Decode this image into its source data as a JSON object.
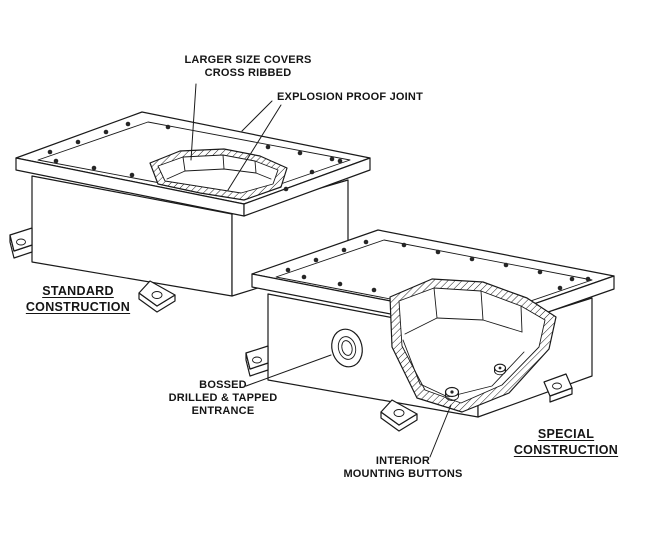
{
  "colors": {
    "line": "#1a1a1a",
    "background": "#ffffff"
  },
  "callouts": {
    "covers": {
      "line1": "LARGER SIZE COVERS",
      "line2": "CROSS RIBBED"
    },
    "joint": {
      "line1": "EXPLOSION PROOF JOINT"
    },
    "bossed": {
      "line1": "BOSSED",
      "line2": "DRILLED & TAPPED",
      "line3": "ENTRANCE"
    },
    "interior": {
      "line1": "INTERIOR",
      "line2": "MOUNTING BUTTONS"
    }
  },
  "captions": {
    "standard": {
      "line1": "STANDARD",
      "line2": "CONSTRUCTION"
    },
    "special": {
      "line1": "SPECIAL",
      "line2": "CONSTRUCTION"
    }
  }
}
